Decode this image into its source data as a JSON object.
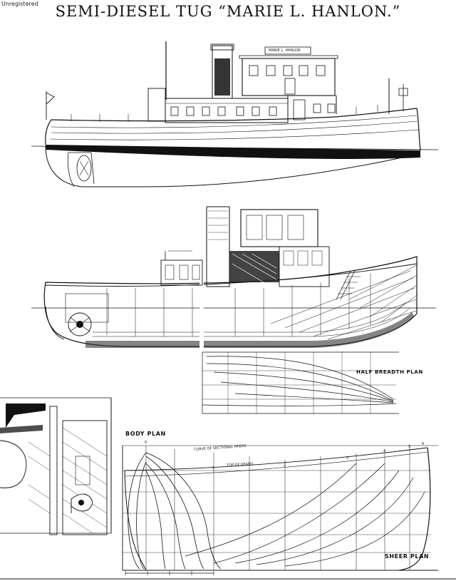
{
  "watermark": "Unregistered",
  "title": "SEMI-DIESEL TUG  “MARIE L. HANLON.”",
  "nameboard": "MARIE L. HANLON",
  "labels": {
    "half_breadth": "HALF BREADTH PLAN",
    "body_plan": "BODY PLAN",
    "sheer_plan": "SHEER PLAN",
    "curve_sections": "CURVE OF SECTIONAL AREAS",
    "top_of_beams": "TOP OF BEAMS"
  },
  "station_numbers": [
    "6",
    "5",
    "4",
    "3",
    "2",
    "1",
    "0"
  ],
  "colors": {
    "ink": "#111111",
    "paper": "#ffffff"
  }
}
